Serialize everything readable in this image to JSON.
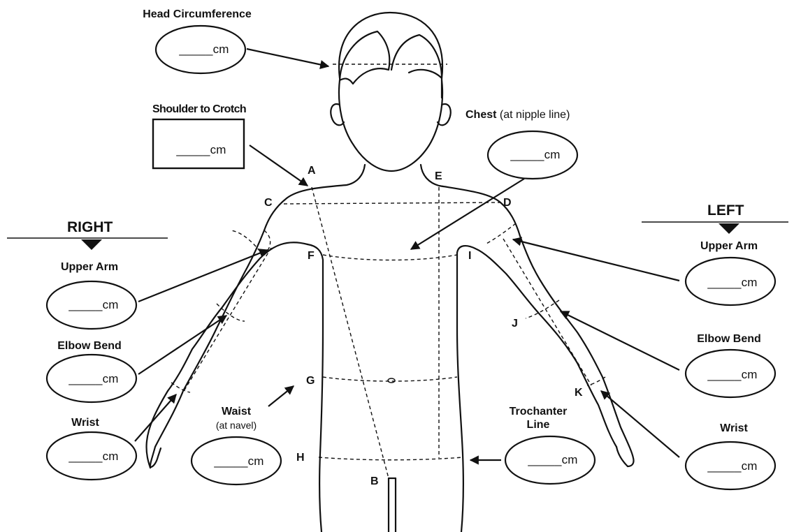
{
  "labels": {
    "head_circumference": "Head Circumference",
    "shoulder_to_crotch": "Shoulder to Crotch",
    "chest": "Chest",
    "chest_note": "(at nipple line)",
    "right": "RIGHT",
    "left": "LEFT",
    "upper_arm": "Upper Arm",
    "elbow_bend": "Elbow Bend",
    "wrist": "Wrist",
    "waist": "Waist",
    "waist_note": "(at navel)",
    "trochanter_line_1": "Trochanter",
    "trochanter_line_2": "Line"
  },
  "entry_field": "_____cm",
  "points": {
    "a": "A",
    "b": "B",
    "c": "C",
    "d": "D",
    "e": "E",
    "f": "F",
    "g": "G",
    "h": "H",
    "i": "I",
    "j": "J",
    "k": "K"
  }
}
